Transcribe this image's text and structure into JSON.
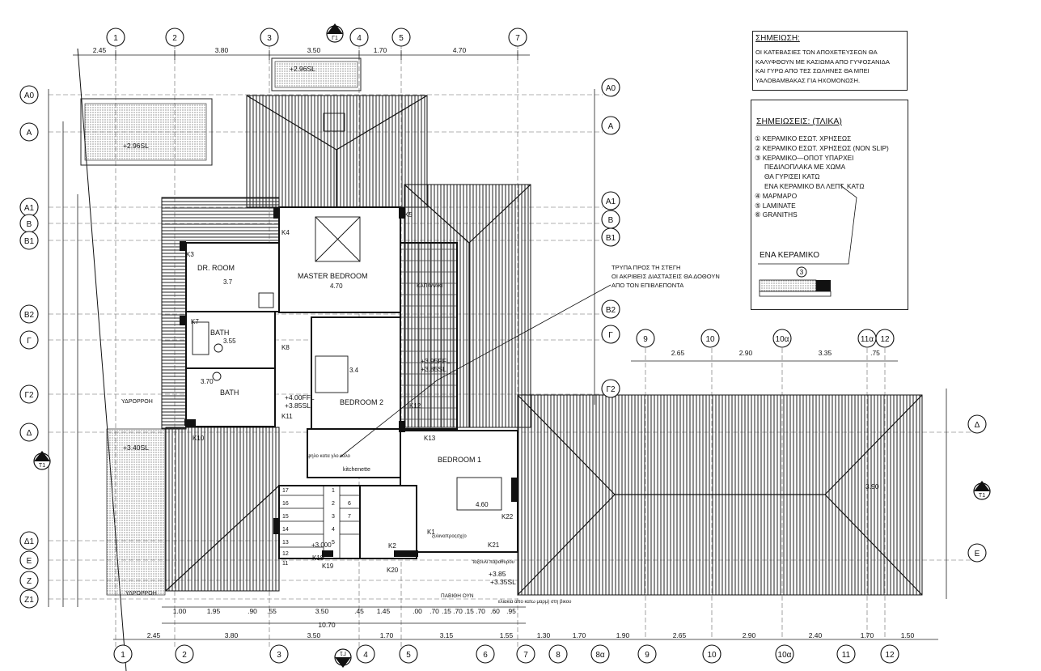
{
  "note": {
    "title": "ΣΗΜΕΙΩΣΗ:",
    "lines": [
      "ΟΙ ΚΑΤΕΒΑΣΙΕΣ ΤΩΝ ΑΠΟΧΕΤΕΥΣΕΩΝ ΘΑ",
      "ΚΑΛΥΦΘΟΥΝ ΜΕ ΚΑΣΙΩΜΑ ΑΠΟ ΓΥΨΟΣΑΝΙΔΑ",
      "ΚΑΙ ΓΥΡΩ ΑΠΟ ΤΕΣ ΣΩΛΗΝΕΣ ΘΑ ΜΠΕΙ",
      "ΥΑΛΟΒΑΜΒΑΚΑΣ ΓΙΑ ΗΧΟΜΟΝΩΣΗ."
    ]
  },
  "legend": {
    "title": "ΣΗΜΕΙΩΣΕΙΣ: (ΤΛΙΚΑ)",
    "items": [
      "① ΚΕΡΑΜΙΚΟ ΕΣΩΤ. ΧΡΗΣΕΩΣ",
      "② ΚΕΡΑΜΙΚΟ ΕΣΩΤ. ΧΡΗΣΕΩΣ (NON SLIP)",
      "③ ΚΕΡΑΜΙΚΟ—ΟΠΟΤ ΥΠΑΡΧΕΙ",
      "ΠΕΔΙΛΟΠΛΑΚΑ ΜΕ ΧΩΜΑ",
      "ΘΑ ΓΥΡΙΣΕΙ ΚΑΤΩ",
      "ΕΝΑ ΚΕΡΑΜΙΚΟ ΒΛ ΛΕΠΤ. ΚΑΤΩ",
      "④ ΜΑΡΜΑΡΟ",
      "⑤ LAMINATE",
      "⑥ GRANITHS"
    ],
    "detail_label": "ΕΝΑ ΚΕΡΑΜΙΚΟ",
    "detail_marker": "3"
  },
  "grid_top": [
    "1",
    "2",
    "3",
    "4",
    "5",
    "7"
  ],
  "grid_bottom": [
    "1",
    "2",
    "3",
    "4",
    "5",
    "6",
    "7",
    "8",
    "8α",
    "9",
    "10",
    "10α",
    "11",
    "12"
  ],
  "grid_right_top": [
    "9",
    "10",
    "10α",
    "11α",
    "12"
  ],
  "rows_left": [
    "A0",
    "A",
    "A1",
    "B",
    "B1",
    "B2",
    "Γ",
    "Γ2",
    "Δ",
    "Δ1",
    "E",
    "Z",
    "Z1"
  ],
  "rows_right": [
    "A0",
    "A",
    "A1",
    "B",
    "B1",
    "B2",
    "Γ",
    "Γ2",
    "Δ",
    "E"
  ],
  "section_markers": {
    "top": "Γ1",
    "bottom": "Γ1",
    "left": "Τ1",
    "right": "Τ1"
  },
  "top_dims": [
    "2.45",
    "3.80",
    "3.50",
    "1.70",
    "4.70"
  ],
  "bottom_dims_1": [
    "1.00",
    "1.95",
    ".90",
    ".55",
    "3.50",
    ".45",
    "1.45",
    ".00",
    ".70",
    ".15",
    ".70",
    ".15",
    ".70",
    ".60",
    ".95"
  ],
  "bottom_total": "10.70",
  "bottom_dims_2": [
    "2.45",
    "3.80",
    "3.50",
    "1.70",
    "3.15",
    "1.55",
    "1.30",
    "1.70",
    "1.90",
    "2.65",
    "2.90",
    "2.40",
    "1.70",
    "1.50"
  ],
  "right_dims": [
    "2.65",
    "2.90",
    "3.35",
    ".75"
  ],
  "rooms": {
    "master": "MASTER BEDROOM",
    "master_dim": "4.70",
    "dr": "DR. ROOM",
    "dr_dim": "3.7",
    "bath1": "BATH",
    "bath1_dim": "3.55",
    "bath2": "BATH",
    "bath2_dim": "3.70",
    "bedroom2": "BEDROOM 2",
    "bedroom2_dim": "3.4",
    "bedroom1": "BEDROOM 1",
    "bedroom1_dim": "4.60",
    "kitchenette": "kitchenette",
    "balcony": "ΚΑΠΑΛΑΚΙ"
  },
  "levels": [
    "+2.96SL",
    "+2.96SL",
    "+3.40SL",
    "+4.00FFL",
    "+3.85SL",
    "+3.95FFL",
    "+3.85SL",
    "+3.85",
    "+3.35SL",
    "3.90",
    "+3.000"
  ],
  "labels": {
    "gutter1": "ΥΔΡΟΡΡΟΗ",
    "gutter2": "ΥΔΡΟΡΡΟΗ",
    "roof_note1": "ΤΡΥΠΑ ΠΡΟΣ ΤΗ ΣΤΕΓΗ",
    "roof_note2": "ΟΙ ΑΚΡΙΒΕΙΣ ΔΙΑΣΤΑΣΕΙΣ ΘΑ ΔΟΘΟΥΝ",
    "roof_note3": "ΑΠΟ ΤΟΝ ΕΠΙΒΛΕΠΟΝΤΑ",
    "bottom_note": "ΠΑΒΙΘΗ ΟΥΝ",
    "bottom_note2": "ελιακια απο κατω μαρμ) στη βικου",
    "window_note": "ξυλιναπροςσχ(ο",
    "window_note2": "ταξουλι παραθυρου",
    "kitchen_note": "ψηλο κατα γλο καλο"
  },
  "tags": [
    "K1",
    "K2",
    "K3",
    "K4",
    "K5",
    "K7",
    "K8",
    "K10",
    "K11",
    "K12",
    "K13",
    "K18",
    "K19",
    "K20",
    "K21",
    "K22"
  ],
  "stairs": [
    "17",
    "16",
    "15",
    "14",
    "13",
    "12",
    "11",
    "1",
    "2",
    "3",
    "4",
    "5",
    "6",
    "7"
  ]
}
